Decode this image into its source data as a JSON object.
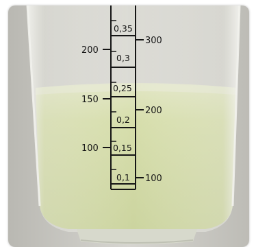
{
  "scale": {
    "center_labels": [
      "0,35",
      "0,3",
      "0,25",
      "0,2",
      "0,15",
      "0,1"
    ],
    "left_labels": [
      "200",
      "150",
      "100"
    ],
    "right_labels": [
      "300",
      "200",
      "100"
    ]
  },
  "colors": {
    "background": "#c9c9c3",
    "liquid": "#d3dba6",
    "liquid_surface": "#e1e6c4",
    "markings": "#151515"
  }
}
